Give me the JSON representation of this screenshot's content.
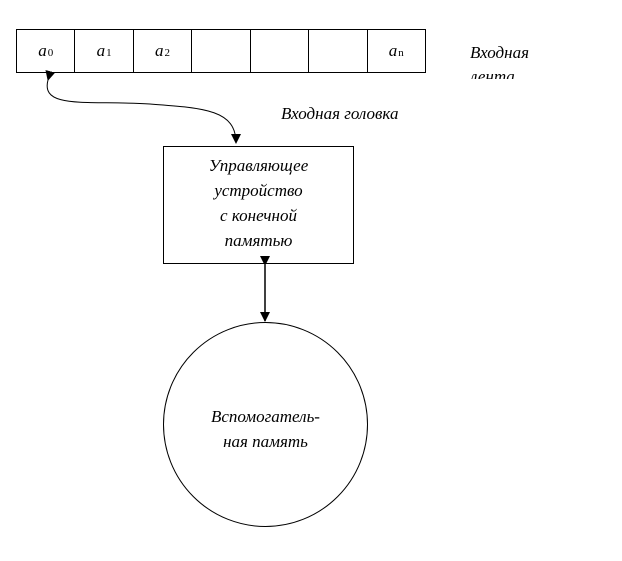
{
  "tape": {
    "cells": [
      {
        "symbol": "a",
        "index": "0"
      },
      {
        "symbol": "a",
        "index": "1"
      },
      {
        "symbol": "a",
        "index": "2"
      },
      {
        "symbol": "",
        "index": ""
      },
      {
        "symbol": "",
        "index": ""
      },
      {
        "symbol": "",
        "index": ""
      },
      {
        "symbol": "a",
        "index": "n"
      }
    ],
    "label": "Входная лента"
  },
  "head": {
    "label": "Входная головка"
  },
  "control": {
    "label": "Управляющее\nустройство\nс конечной\nпамятью"
  },
  "memory": {
    "label": "Вспомогатель-\nная память"
  }
}
